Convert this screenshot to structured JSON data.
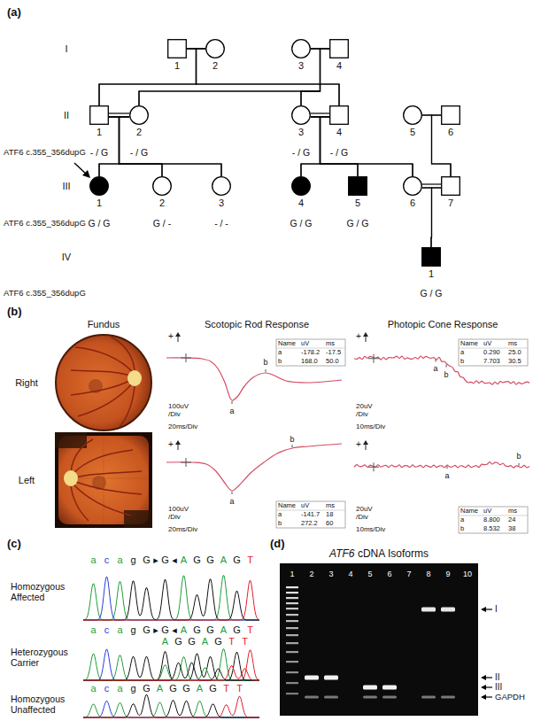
{
  "diagram": {
    "nodes": [
      {
        "text": [
          "1"
        ]
      },
      {
        "text": [
          "2"
        ]
      },
      {
        "text": [
          "3"
        ]
      },
      {
        "text": [
          "4"
        ]
      },
      {
        "text": [
          "1"
        ]
      },
      {
        "text": [
          "2"
        ]
      },
      {
        "text": [
          "3"
        ]
      },
      {
        "text": [
          "4"
        ]
      },
      {
        "text": [
          "5"
        ]
      },
      {
        "text": [
          "6"
        ]
      },
      {
        "text": [
          "1"
        ]
      },
      {
        "text": [
          "2"
        ]
      },
      {
        "text": [
          "3"
        ]
      },
      {
        "text": [
          "4"
        ]
      },
      {
        "text": [
          "5"
        ]
      },
      {
        "text": [
          "6"
        ]
      },
      {
        "text": [
          "7"
        ]
      },
      {
        "text": [
          "1"
        ]
      }
    ],
    "edges": [
      {
        "from": 0,
        "to": 1,
        "arrow": "none"
      },
      {
        "from": 2,
        "to": 3,
        "arrow": "none"
      },
      {
        "from": 4,
        "to": 5,
        "arrow": "none"
      },
      {
        "from": 6,
        "to": 7,
        "arrow": "none"
      },
      {
        "from": 8,
        "to": 9,
        "arrow": "none"
      },
      {
        "from": 15,
        "to": 16,
        "arrow": "none"
      },
      {
        "from": 0,
        "to": 4,
        "arrow": "none"
      },
      {
        "from": 0,
        "to": 7,
        "arrow": "none"
      },
      {
        "from": 1,
        "to": 4,
        "arrow": "none"
      },
      {
        "from": 1,
        "to": 7,
        "arrow": "none"
      },
      {
        "from": 2,
        "to": 5,
        "arrow": "none"
      },
      {
        "from": 2,
        "to": 6,
        "arrow": "none"
      },
      {
        "from": 3,
        "to": 5,
        "arrow": "none"
      },
      {
        "from": 3,
        "to": 6,
        "arrow": "none"
      },
      {
        "from": 4,
        "to": 10,
        "arrow": "none"
      },
      {
        "from": 4,
        "to": 11,
        "arrow": "none"
      },
      {
        "from": 4,
        "to": 12,
        "arrow": "none"
      },
      {
        "from": 5,
        "to": 10,
        "arrow": "none"
      },
      {
        "from": 5,
        "to": 11,
        "arrow": "none"
      },
      {
        "from": 5,
        "to": 12,
        "arrow": "none"
      },
      {
        "from": 6,
        "to": 13,
        "arrow": "none"
      },
      {
        "from": 6,
        "to": 14,
        "arrow": "none"
      },
      {
        "from": 6,
        "to": 15,
        "arrow": "none"
      },
      {
        "from": 7,
        "to": 13,
        "arrow": "none"
      },
      {
        "from": 7,
        "to": 14,
        "arrow": "none"
      },
      {
        "from": 7,
        "to": 15,
        "arrow": "none"
      },
      {
        "from": 8,
        "to": 16,
        "arrow": "none"
      },
      {
        "from": 9,
        "to": 16,
        "arrow": "none"
      },
      {
        "from": 15,
        "to": 17,
        "arrow": "none"
      },
      {
        "from": 16,
        "to": 17,
        "arrow": "none"
      }
    ],
    "labels": [
      "(a)",
      "I",
      "II",
      "III",
      "IV",
      "ATF6 c.355_356dupG",
      "- / G",
      "- / G",
      "- / G",
      "- / G",
      "ATF6 c.355_356dupG",
      "G / G",
      "G / -",
      "- / -",
      "G / G",
      "G / G",
      "ATF6 c.355_356dupG",
      "G / G",
      "(b)",
      "Fundus",
      "Scotopic Rod Response",
      "Photopic Cone Response",
      "Right",
      "Left",
      "+",
      "100uV /Div",
      "20ms/Div",
      "a",
      "b",
      "Name",
      "uV",
      "ms",
      "a",
      "-178.2",
      "-17.5",
      "b",
      "168.0",
      "50.0",
      "+",
      "20uV /Div",
      "10ms/Div",
      "a",
      "b",
      "Name",
      "uV",
      "ms",
      "a",
      "0.290",
      "25.0",
      "b",
      "7.703",
      "30.5",
      "+",
      "100uV /Div",
      "20ms/Div",
      "a",
      "b",
      "Name",
      "uV",
      "ms",
      "a",
      "-141.7",
      "18",
      "b",
      "272.2",
      "60",
      "+",
      "20uV /Div",
      "10ms/Div",
      "a",
      "b",
      "Name",
      "uV",
      "ms",
      "a",
      "8.800",
      "24",
      "b",
      "8.532",
      "38",
      "(c)",
      "Homozygous Affected",
      "acagG▸G◂AGGAGT",
      "Heterozygous Carrier",
      "acagG▸G◂AGGAGT",
      "AGGAGTT",
      "Homozygous Unaffected",
      "acagGAGGAGTT",
      "(d)",
      "ATF6 cDNA Isoforms",
      "1",
      "2",
      "3",
      "4",
      "5",
      "6",
      "7",
      "8",
      "9",
      "10",
      "I",
      "II",
      "III",
      "GAPDH"
    ]
  }
}
